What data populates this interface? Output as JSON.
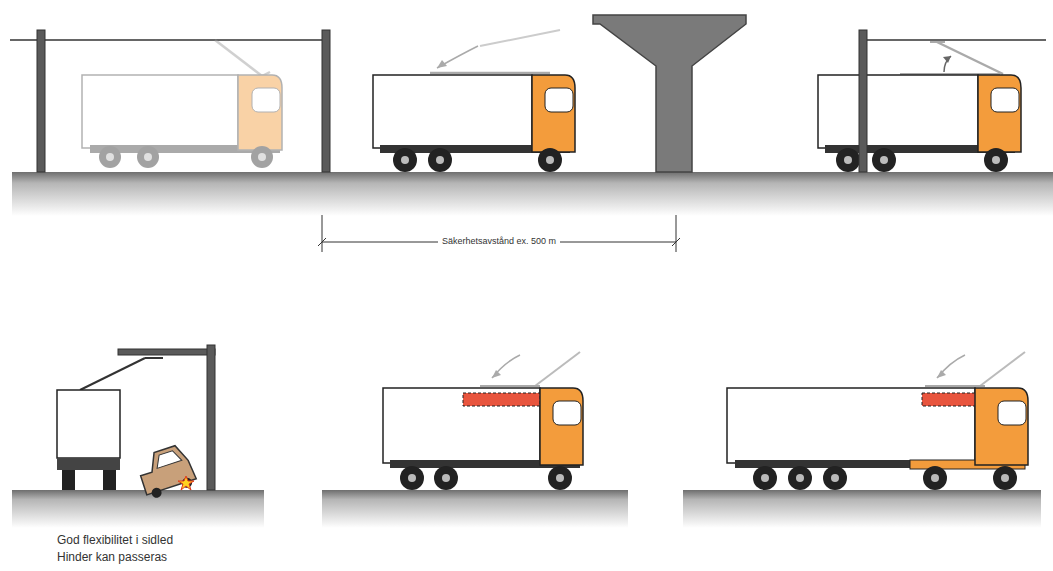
{
  "diagram": {
    "labels": [
      "Säkerhetsavstånd ex. 500 m",
      "God flexibilitet i sidled",
      "Hinder kan passeras"
    ]
  }
}
